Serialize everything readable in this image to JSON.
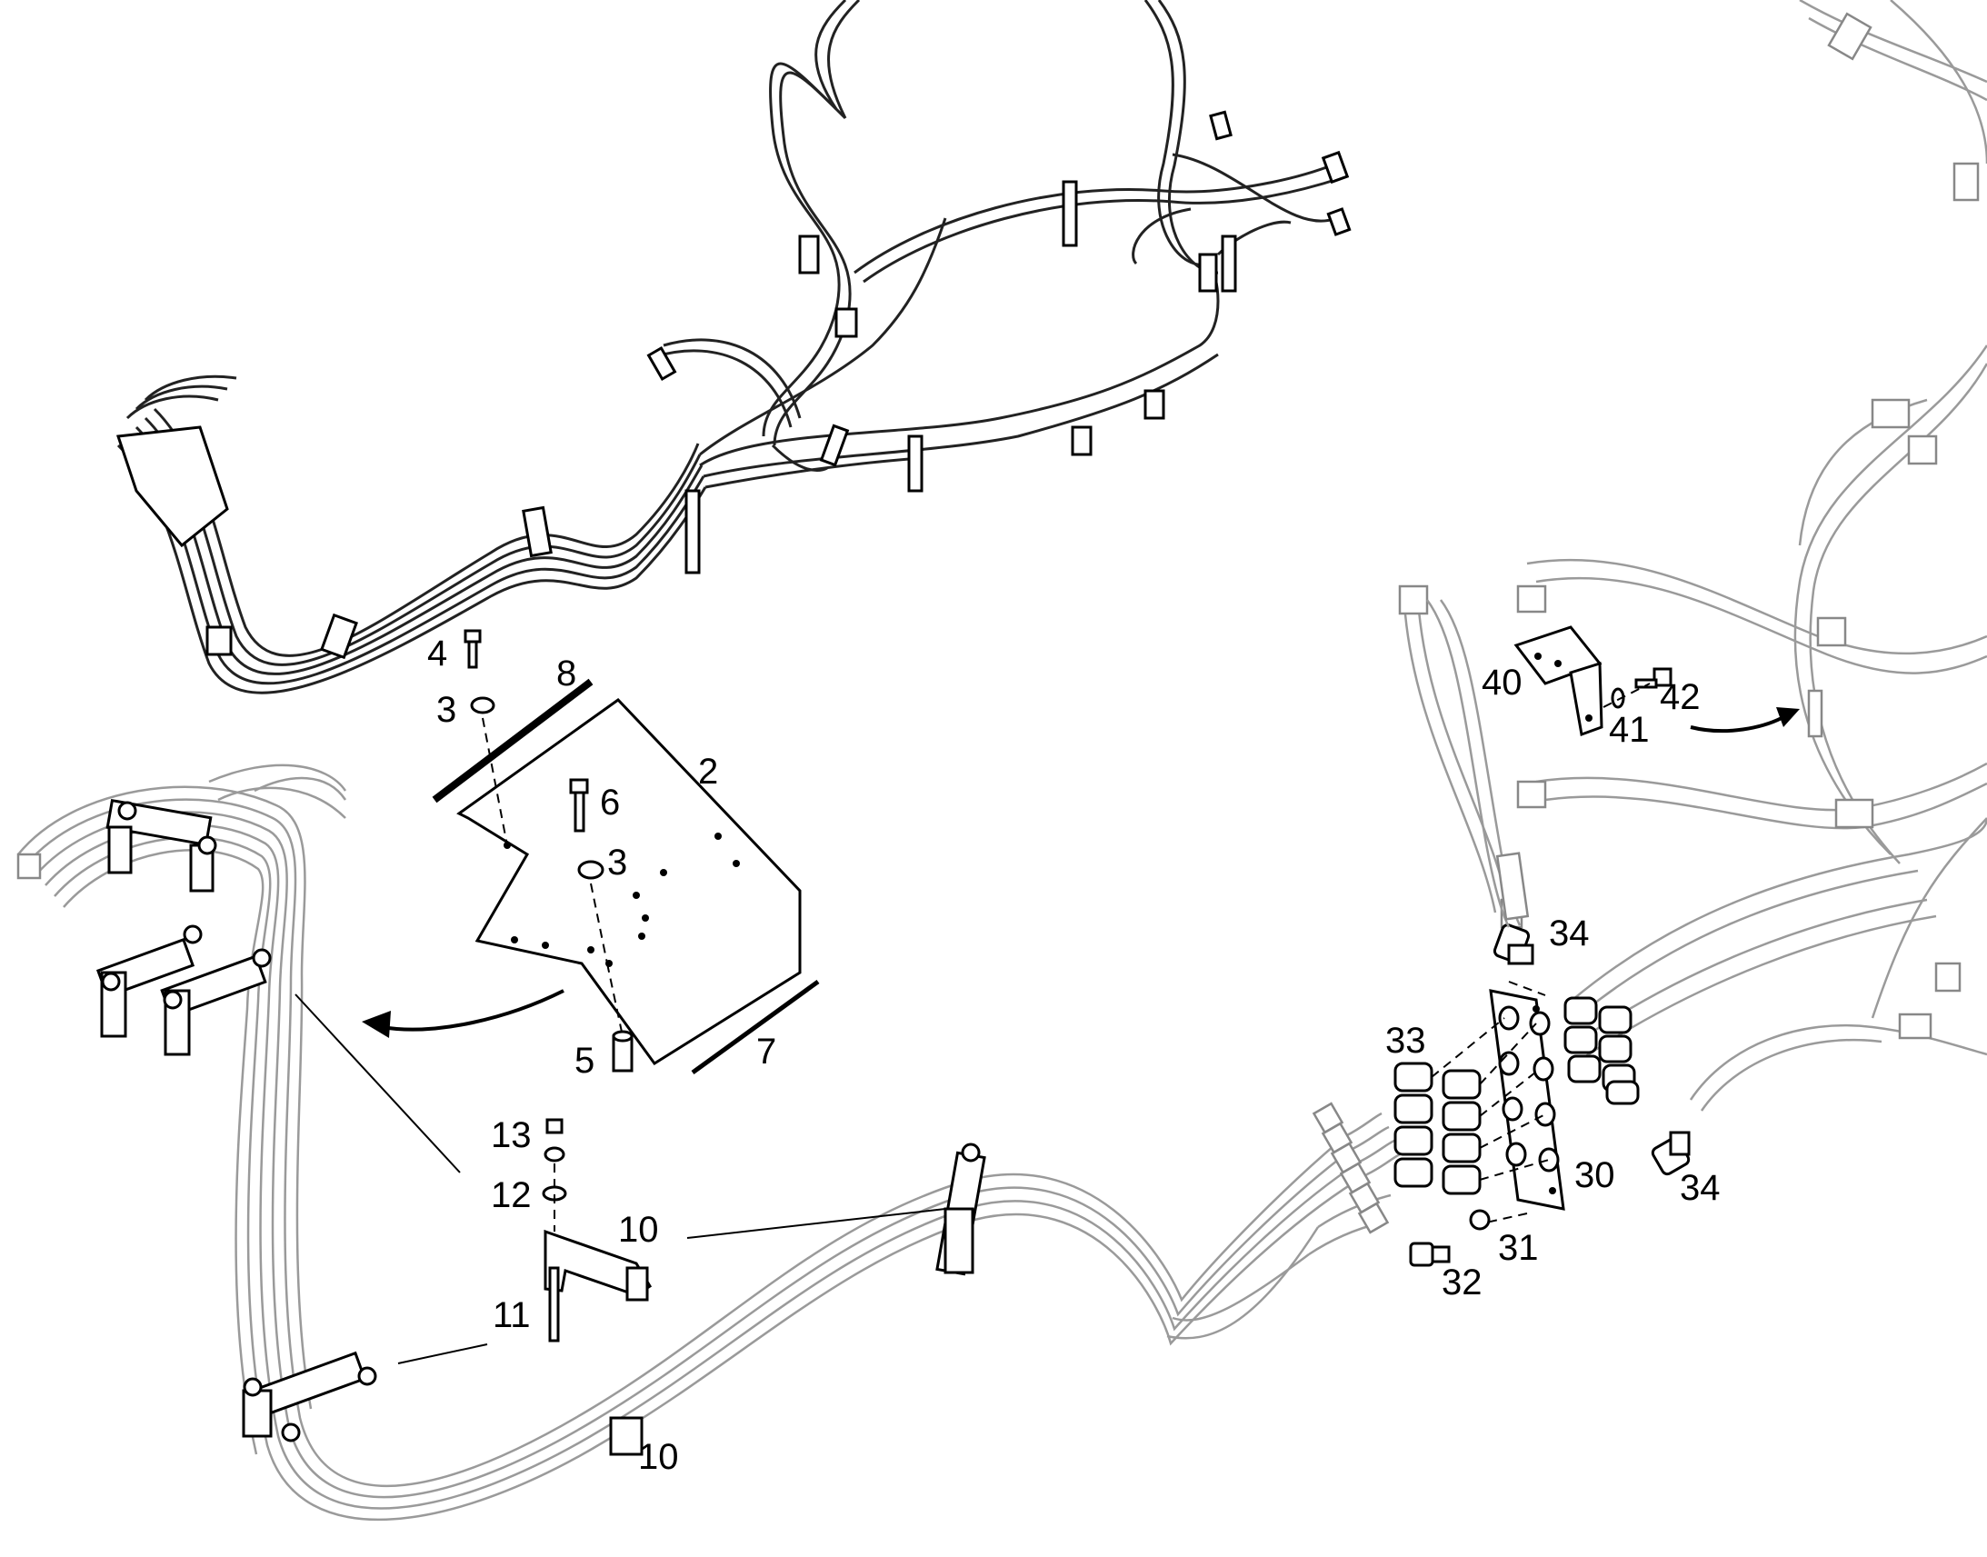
{
  "callouts": {
    "c2": "2",
    "c3a": "3",
    "c3b": "3",
    "c4": "4",
    "c5": "5",
    "c6": "6",
    "c7": "7",
    "c8": "8",
    "c10a": "10",
    "c10b": "10",
    "c11": "11",
    "c12": "12",
    "c13": "13",
    "c30": "30",
    "c31": "31",
    "c32": "32",
    "c33": "33",
    "c34a": "34",
    "c34b": "34",
    "c40": "40",
    "c41": "41",
    "c42": "42"
  }
}
